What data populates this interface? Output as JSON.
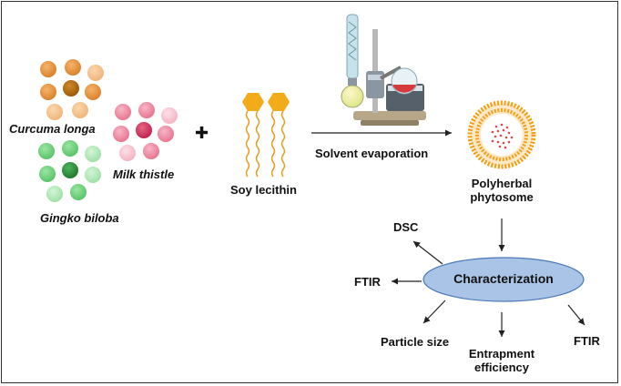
{
  "herbs": {
    "curcuma": "Curcuma longa",
    "milk_thistle": "Milk thistle",
    "gingko": "Gingko biloba"
  },
  "plus_sign": "✚",
  "lecithin_label": "Soy lecithin",
  "process_label": "Solvent evaporation",
  "product_label_line1": "Polyherbal",
  "product_label_line2": "phytosome",
  "characterization": {
    "center": "Characterization",
    "dsc": "DSC",
    "ftir_left": "FTIR",
    "ftir_right": "FTIR",
    "particle_size": "Particle size",
    "entrapment_line1": "Entrapment",
    "entrapment_line2": "efficiency"
  },
  "colors": {
    "curcuma": "#d9822b",
    "curcuma_dark": "#b5650d",
    "milk_thistle": "#e8758f",
    "milk_thistle_dark": "#d43a62",
    "gingko": "#5ac46a",
    "gingko_dark": "#2f9c3f",
    "lecithin_head": "#f2ab1b",
    "ellipse_fill": "#a9c4e6",
    "ellipse_stroke": "#4a78b8"
  }
}
